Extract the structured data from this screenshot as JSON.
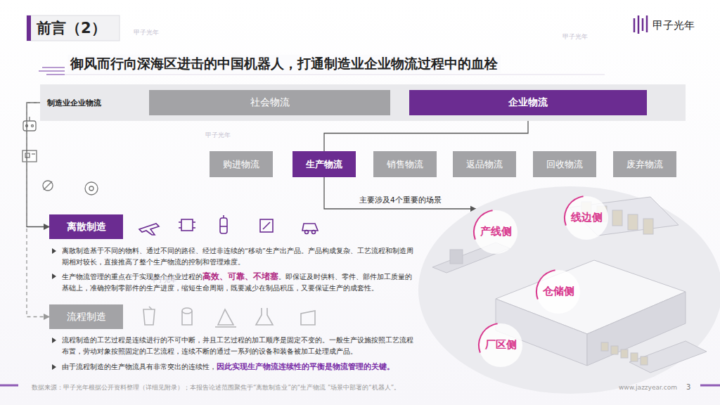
{
  "diagram": {
    "title": "前言（2）",
    "caption": "御风而行向深海区进击的中国机器人，打通制造业企业物流过程中的血栓",
    "nodes": [
      {
        "text": [
          "制造业企业物流"
        ]
      },
      {
        "text": [
          "社会物流"
        ],
        "in": 0
      },
      {
        "text": [
          "企业物流"
        ],
        "in": 0
      },
      {
        "text": [
          "购进物流"
        ]
      },
      {
        "text": [
          "生产物流"
        ]
      },
      {
        "text": [
          "销售物流"
        ]
      },
      {
        "text": [
          "返品物流"
        ]
      },
      {
        "text": [
          "回收物流"
        ]
      },
      {
        "text": [
          "废弃物流"
        ]
      },
      {
        "text": [
          "产线侧",
          "线边侧",
          "仓储侧",
          "厂区侧"
        ]
      },
      {
        "text": [
          "离散制造"
        ]
      },
      {
        "text": [
          "流程制造"
        ]
      }
    ],
    "edges": [
      {
        "from": 2,
        "to": 4,
        "arrow": "none"
      },
      {
        "from": 4,
        "to": 9,
        "label": "主要涉及4个重要的场景",
        "arrow": "to"
      },
      {
        "from": 0,
        "to": 10,
        "arrow": "to"
      },
      {
        "from": 0,
        "to": 11,
        "arrow": "to"
      }
    ],
    "labels": [
      "甲子光年",
      "离散制造基于不同的物料、通过不同的路径、经过非连续的“移动”生产出产品。产品构成复杂、工艺流程和制造周期相对较长，直接推高了整个生产物流的控制和管理难度。",
      "生产物流管理的重点在于实现整个作业过程的",
      "高效、可靠、不堵塞",
      "。即保证及时供料、零件、部件加工质量的基础上，准确控制零部件的生产进度，缩短生命周期，既要减少在制品积压，又要保证生产的成套性。",
      "流程制造的工艺过程是连续进行的不可中断，并且工艺过程的加工顺序是固定不变的。一般生产设施按照工艺流程布置，劳动对象按照固定的工艺流程，连续不断的通过一系列的设备和装备被加工处理成产品。",
      "由于流程制造的生产物流具有非常突出的连续性，",
      "因此实现生产物流连续性的平衡是物流管理的关键。",
      "数据来源：甲子光年根据公开资料整理（详细见附录）；本报告论述范围聚焦于“离散制造业”的“生产物流 ”场景中部署的“机器人”。",
      "www.jazzyear.com",
      "3",
      "甲子光年",
      "甲子光年",
      "甲子光年",
      "甲子光年"
    ]
  }
}
